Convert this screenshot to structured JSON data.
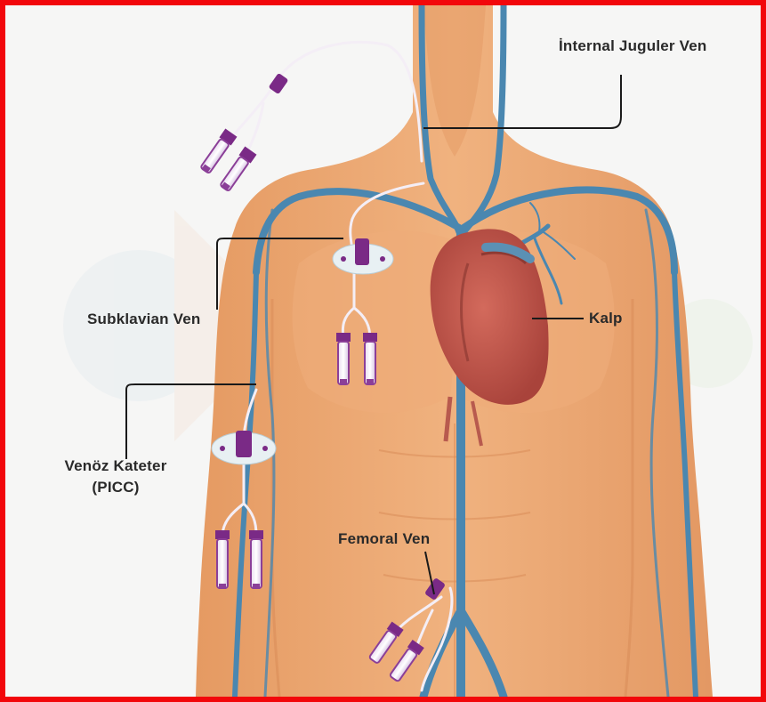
{
  "labels": {
    "jugular": "İnternal Juguler Ven",
    "subclavian": "Subklavian Ven",
    "heart": "Kalp",
    "picc_line1": "Venöz Kateter",
    "picc_line2": "(PICC)",
    "femoral": "Femoral Ven"
  },
  "colors": {
    "frame": "#f2070b",
    "skin": "#e7a06c",
    "vein": "#4a87b0",
    "heart": "#c8584c",
    "catheter_purple": "#7a2a86"
  }
}
